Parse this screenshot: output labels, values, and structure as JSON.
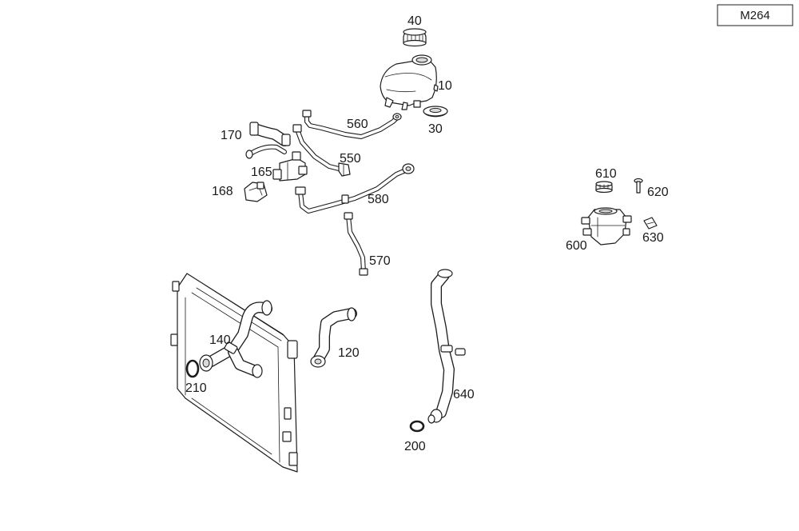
{
  "model_code": "M264",
  "callouts": {
    "p10": "10",
    "p30": "30",
    "p40": "40",
    "p120": "120",
    "p140": "140",
    "p165": "165",
    "p168": "168",
    "p170": "170",
    "p200": "200",
    "p210": "210",
    "p550": "550",
    "p560": "560",
    "p570": "570",
    "p580": "580",
    "p600": "600",
    "p610": "610",
    "p620": "620",
    "p630": "630",
    "p640": "640"
  }
}
